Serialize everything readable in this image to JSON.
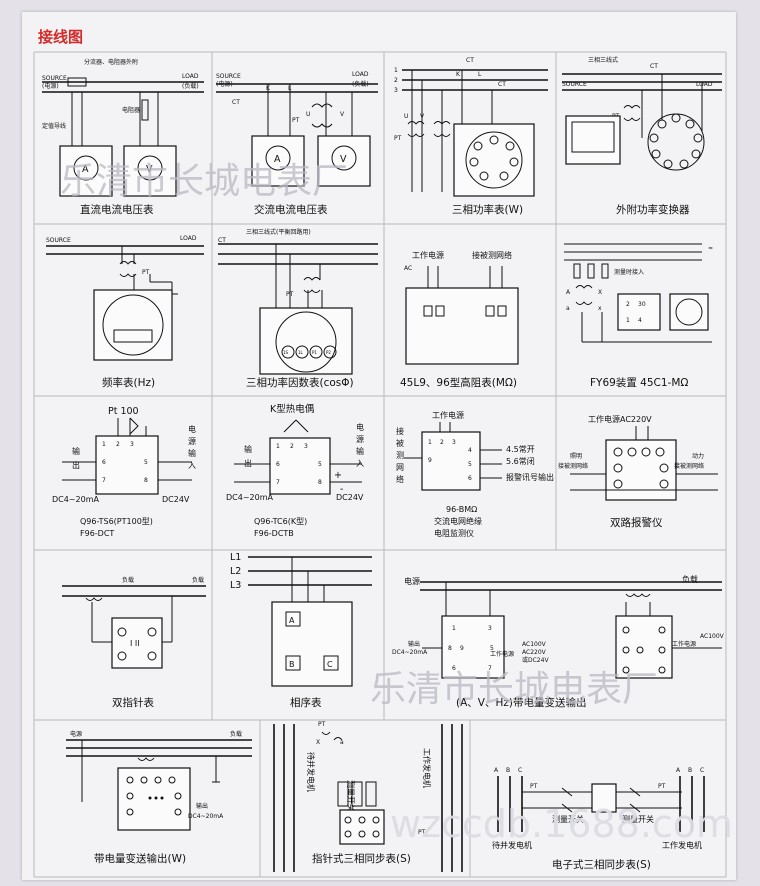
{
  "header": {
    "title": "接线图",
    "title_color": "#d62929"
  },
  "panels": {
    "p1": {
      "caption": "直流电流电压表",
      "top": "分流器、电阻器外附",
      "source": "SOURCE",
      "source_sub": "(电源)",
      "load": "LOAD",
      "load_sub": "(负载)",
      "resistor": "电阻器",
      "shunt_wire": "定值导线",
      "meter_a": "A",
      "meter_v": "V"
    },
    "p2": {
      "caption": "交流电流电压表",
      "source": "SOURCE",
      "source_sub": "(电源)",
      "load": "LOAD",
      "load_sub": "(负载)",
      "ct": "CT",
      "pt": "PT",
      "k": "K",
      "l": "L",
      "u": "U",
      "v": "V",
      "meter_a": "A",
      "meter_v": "V"
    },
    "p3": {
      "caption": "三相功率表(W)",
      "ct": "CT",
      "pt": "PT",
      "k": "K",
      "l": "L",
      "u": "U",
      "v": "V",
      "phase1": "1",
      "phase2": "2",
      "phase3": "3"
    },
    "p4": {
      "caption": "外附功率变换器",
      "top": "三相三线式",
      "source": "SOURCE",
      "load": "LOAD",
      "ct": "CT",
      "pt": "PT"
    },
    "p5": {
      "caption": "频率表(Hz)",
      "source": "SOURCE",
      "load": "LOAD",
      "pt": "PT"
    },
    "p6": {
      "caption": "三相功率因数表(cosΦ)",
      "top": "三相三线式(平衡回路用)",
      "ct": "CT",
      "pt": "PT",
      "t1": "1S",
      "t2": "1L",
      "t3": "P1",
      "t4": "P2"
    },
    "p7": {
      "caption": "45L9、96型高阻表(MΩ)",
      "supply": "工作电源",
      "measured": "接被测网络",
      "ac": "AC"
    },
    "p8": {
      "caption": "FY69装置  45C1-MΩ",
      "note": "测量时接入",
      "a_label": "A",
      "a_small": "a",
      "x_label": "X",
      "x_small": "x",
      "t1": "2",
      "t2": "30",
      "t3": "1",
      "t4": "4"
    },
    "p9": {
      "line1": "Q96-TS6(PT100型)",
      "line2": "F96-DCT",
      "sensor": "Pt 100",
      "out_label": "输\n出",
      "supply_label": "电\n源\n输\n入",
      "dc_left": "DC4~20mA",
      "dc_right": "DC24V",
      "t1": "1",
      "t2": "2",
      "t3": "3",
      "t4": "6",
      "t5": "5",
      "t6": "7",
      "t7": "8"
    },
    "p10": {
      "line1": "Q96-TC6(K型)",
      "line2": "F96-DCTB",
      "sensor": "K型热电偶",
      "out_label": "输\n出",
      "supply_label": "电\n源\n输\n入",
      "dc_left": "DC4~20mA",
      "dc_right": "DC24V",
      "plus": "+",
      "minus": "-",
      "t1": "1",
      "t2": "2",
      "t3": "3",
      "t4": "6",
      "t5": "5",
      "t6": "7",
      "t7": "8"
    },
    "p11": {
      "line1": "96-BMΩ",
      "line2": "交流电网绝缘",
      "line3": "电阻监测仪",
      "supply": "工作电源",
      "measured": "接被测网络",
      "open": "4.5常开",
      "closed": "5.6常闭",
      "alarm": "报警讯号输出",
      "t1": "1",
      "t2": "2",
      "t3": "3",
      "t4": "9",
      "t5": "4",
      "t6": "5",
      "t7": "6"
    },
    "p12": {
      "caption": "双路报警仪",
      "supply": "工作电源AC220V",
      "left_top": "照明",
      "left_bot": "接被测网络",
      "right_top": "动力",
      "right_bot": "接被测网络"
    },
    "p13": {
      "caption": "双指针表",
      "load1": "负载",
      "load2": "负载",
      "mark": "I  II"
    },
    "p14": {
      "caption": "相序表",
      "l1": "L1",
      "l2": "L2",
      "l3": "L3",
      "a": "A",
      "b": "B",
      "c": "C"
    },
    "p15": {
      "caption": "(A、V、Hz)带电量变送输出",
      "source": "电源",
      "load": "负载",
      "out": "输出",
      "dc": "DC4~20mA",
      "ac100": "AC100V",
      "ac220": "AC220V",
      "dc24": "或DC24V",
      "supply": "工作电源",
      "t1": "1",
      "t2": "3",
      "t3": "8",
      "t4": "9",
      "t5": "5",
      "t6": "6",
      "t7": "7"
    },
    "p16": {
      "caption": "带电量变送输出(W)",
      "source": "电源",
      "load": "负载",
      "out": "输出",
      "dc": "DC4~20mA"
    },
    "p17": {
      "caption": "指针式三相同步表(S)",
      "pt": "PT",
      "x": "X",
      "a": "a",
      "gen1": "待并发电机",
      "switch": "测量开关",
      "gen2": "工作发电机"
    },
    "p18": {
      "caption": "电子式三相同步表(S)",
      "a": "A",
      "b": "B",
      "c": "C",
      "pt": "PT",
      "switch1": "测量开关",
      "switch2": "测量开关",
      "gen1": "待并发电机",
      "gen2": "工作发电机"
    }
  },
  "watermarks": {
    "top": "乐清市长城电表厂",
    "mid": "乐清市长城电表厂",
    "bottom": "wzccdb.1688.com"
  }
}
